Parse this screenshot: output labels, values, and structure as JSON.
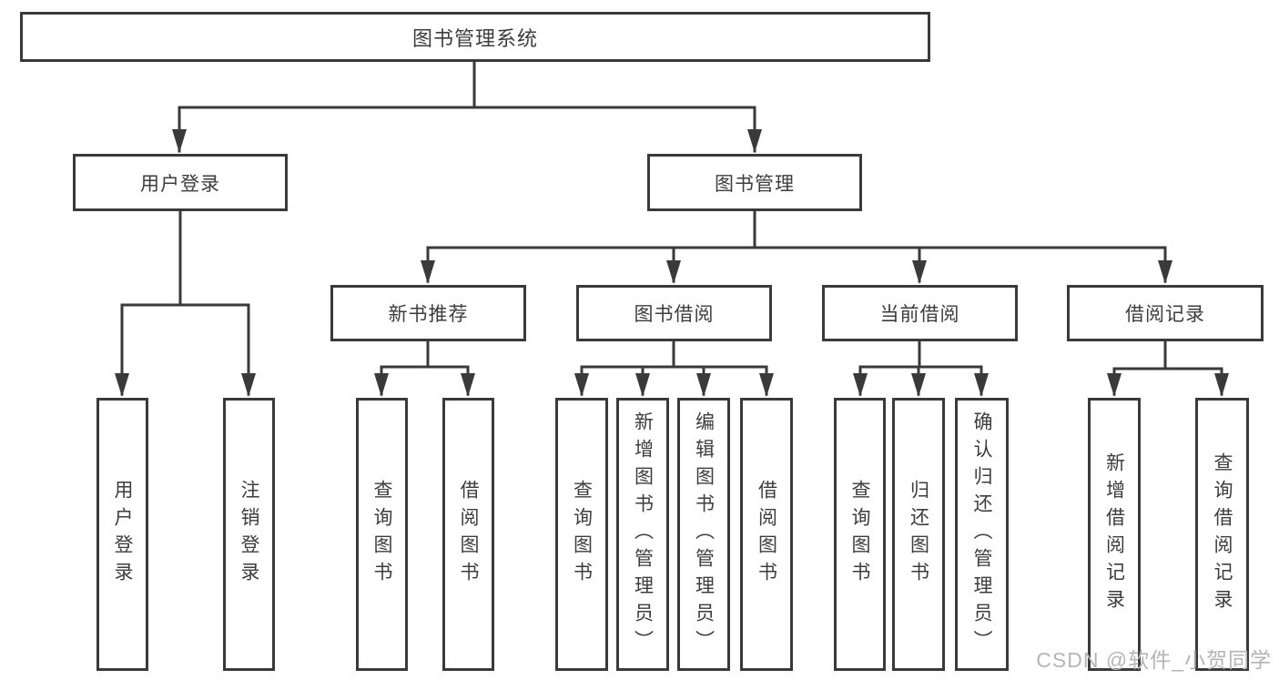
{
  "diagram_title": "图书管理系统",
  "tree": {
    "root": {
      "label": "图书管理系统"
    },
    "branches": [
      {
        "label": "用户登录",
        "children": [
          {
            "label": "用户登录"
          },
          {
            "label": "注销登录"
          }
        ]
      },
      {
        "label": "图书管理",
        "children": [
          {
            "label": "新书推荐",
            "children": [
              {
                "label": "查询图书"
              },
              {
                "label": "借阅图书"
              }
            ]
          },
          {
            "label": "图书借阅",
            "children": [
              {
                "label": "查询图书"
              },
              {
                "label": "新增图书（管理员）"
              },
              {
                "label": "编辑图书（管理员）"
              },
              {
                "label": "借阅图书"
              }
            ]
          },
          {
            "label": "当前借阅",
            "children": [
              {
                "label": "查询图书"
              },
              {
                "label": "归还图书"
              },
              {
                "label": "确认归还（管理员）"
              }
            ]
          },
          {
            "label": "借阅记录",
            "children": [
              {
                "label": "新增借阅记录"
              },
              {
                "label": "查询借阅记录"
              }
            ]
          }
        ]
      }
    ]
  },
  "watermark": {
    "text": "CSDN @软件_小贺同学"
  },
  "colors": {
    "line": "#3a3a3a",
    "text": "#3d3d3d",
    "watermark": "#b5b5b5",
    "background": "#ffffff"
  }
}
